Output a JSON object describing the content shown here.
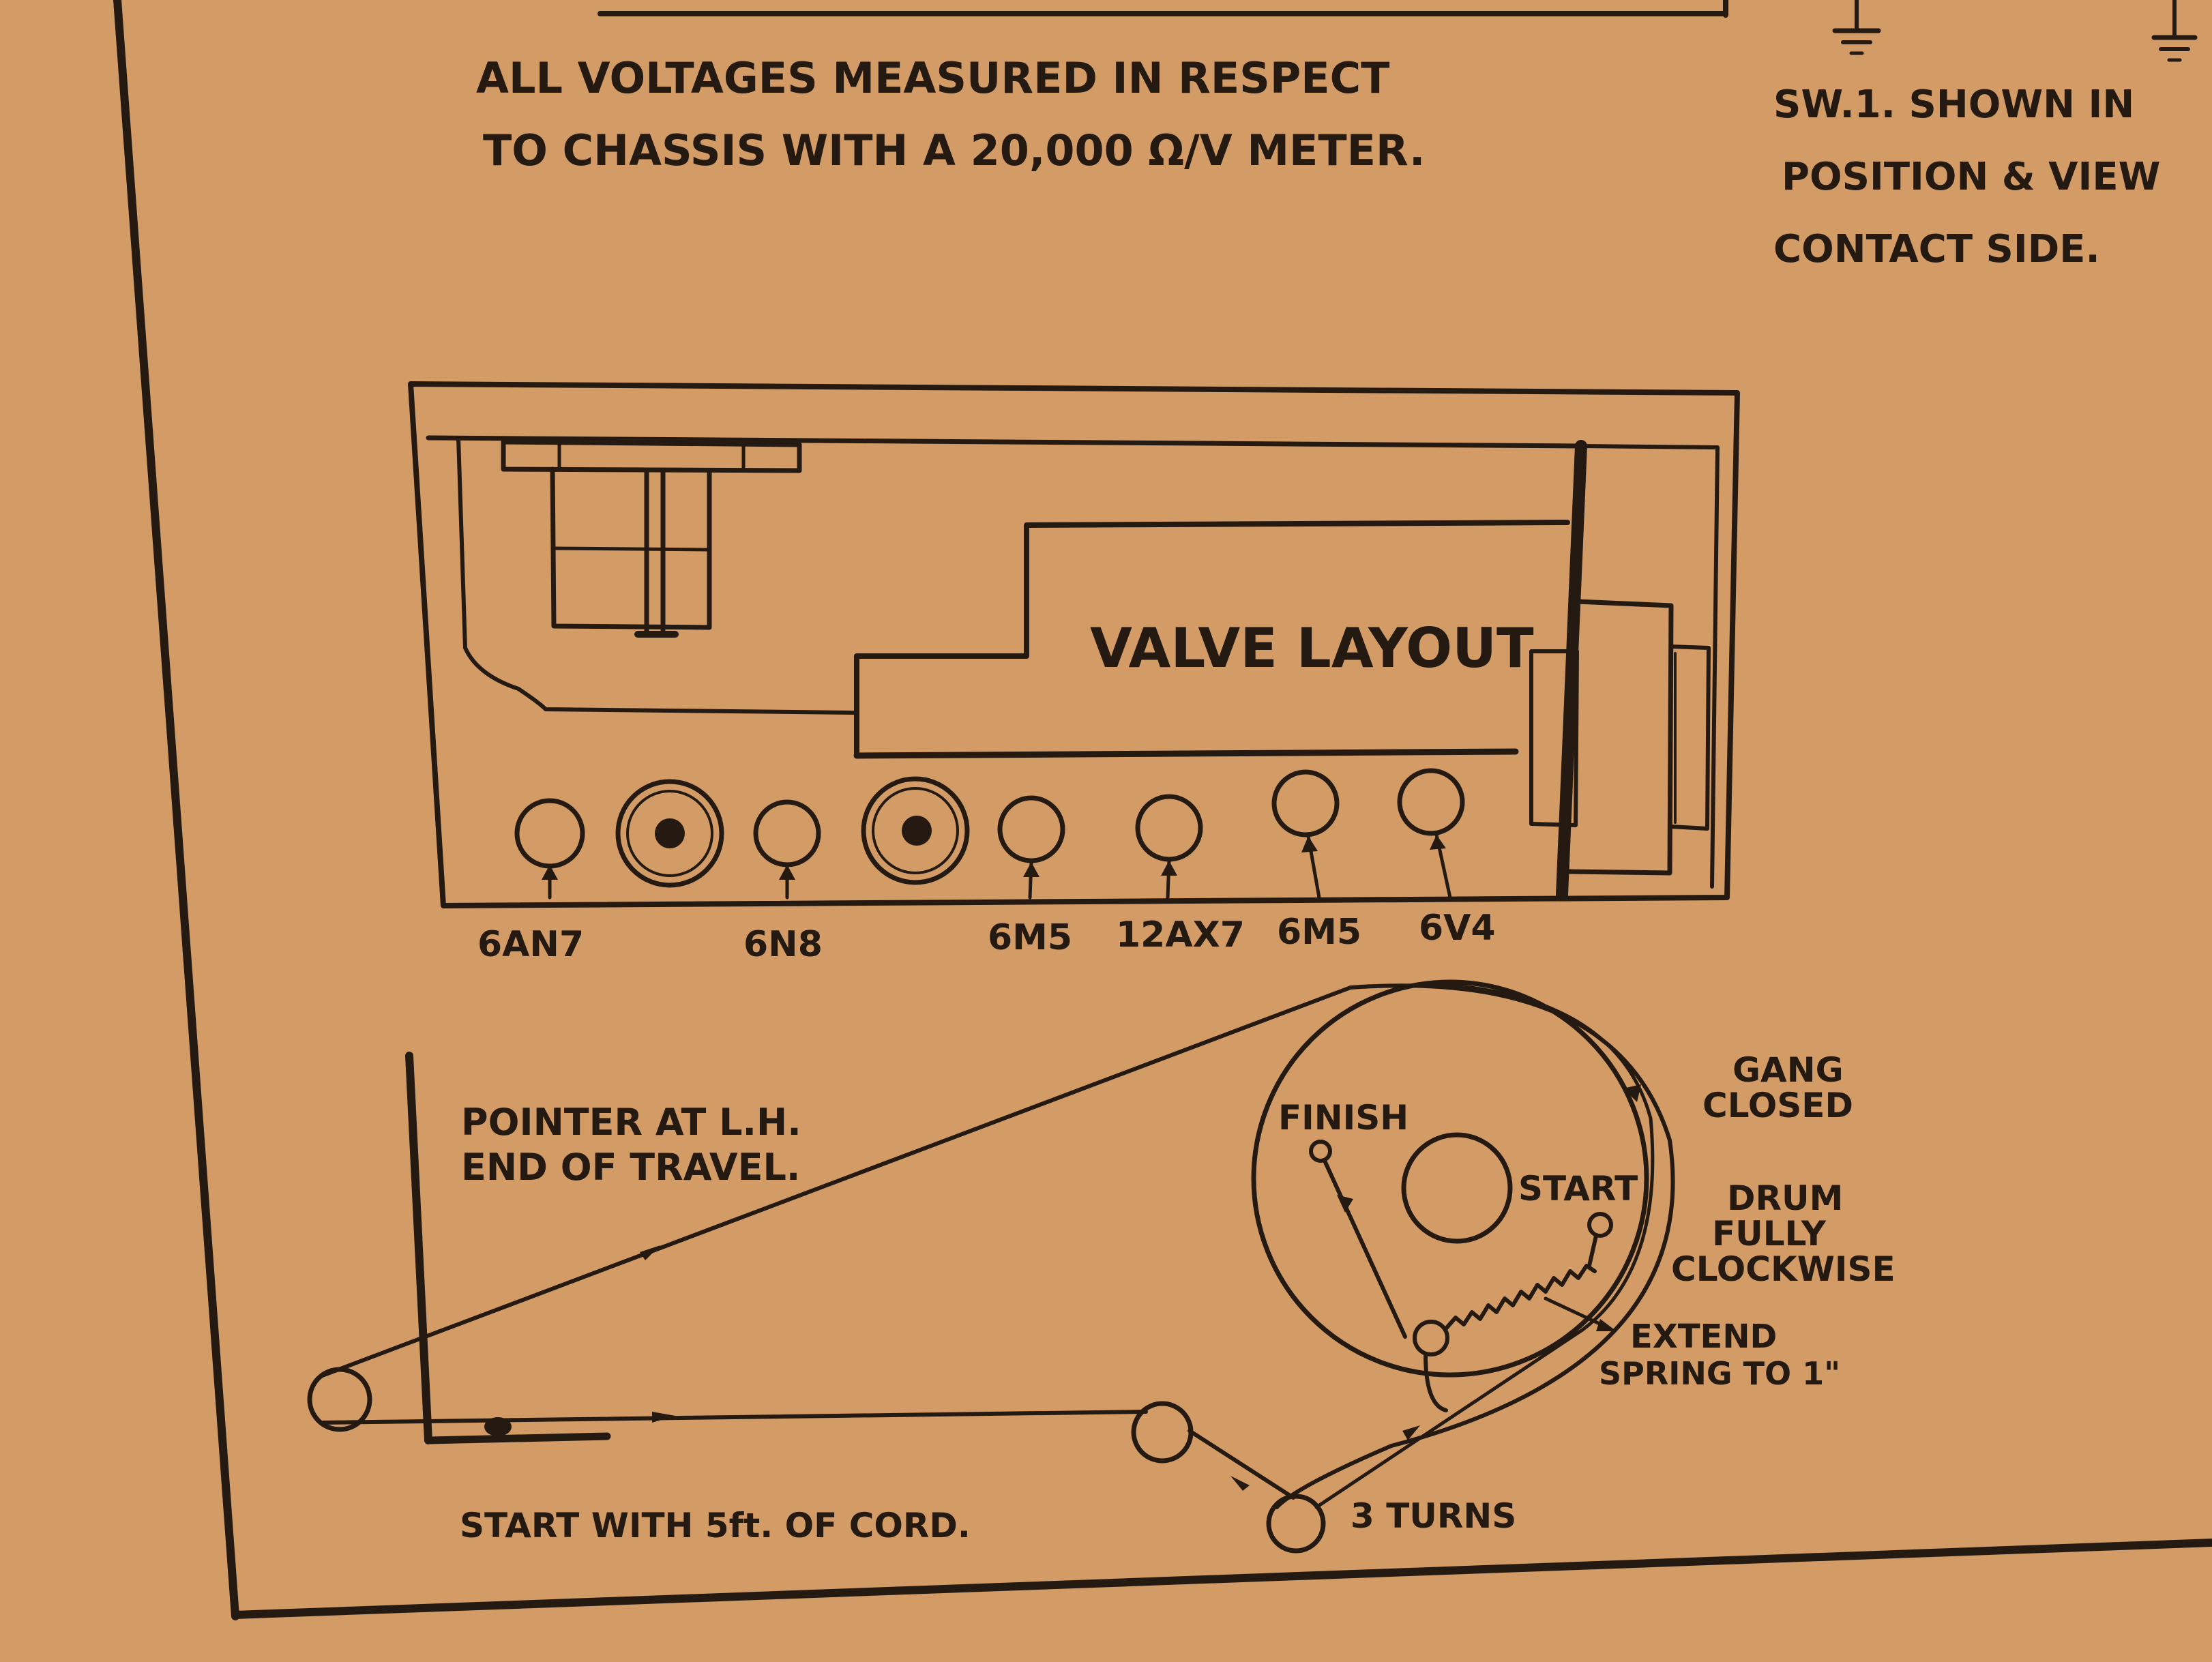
{
  "header": {
    "voltage_line1": "ALL  VOLTAGES  MEASURED  IN  RESPECT",
    "voltage_line2": "TO  CHASSIS  WITH  A  20,000  Ω/V  METER.",
    "switch_line1": "SW.1.   SHOWN  IN",
    "switch_line2": "POSITION  &  VIEW",
    "switch_line3": "CONTACT  SIDE."
  },
  "valve_layout": {
    "title": "VALVE  LAYOUT",
    "valves": [
      {
        "label": "6AN7"
      },
      {
        "label": "6N8"
      },
      {
        "label": "6M5"
      },
      {
        "label": "12AX7"
      },
      {
        "label": "6M5"
      },
      {
        "label": "6V4"
      }
    ]
  },
  "dial_cord": {
    "pointer_line1": "POINTER  AT  L.H.",
    "pointer_line2": "END  OF  TRAVEL.",
    "start_cord": "START  WITH  5ft.  OF  CORD.",
    "turns": "3  TURNS",
    "finish": "FINISH",
    "start": "START",
    "gang_line1": "GANG",
    "gang_line2": "CLOSED",
    "drum_line1": "DRUM",
    "drum_line2": "FULLY",
    "drum_line3": "CLOCKWISE",
    "extend_line1": "EXTEND",
    "extend_line2": "SPRING  TO 1\""
  },
  "colors": {
    "paper": "#d39c67",
    "ink": "#241a12"
  }
}
